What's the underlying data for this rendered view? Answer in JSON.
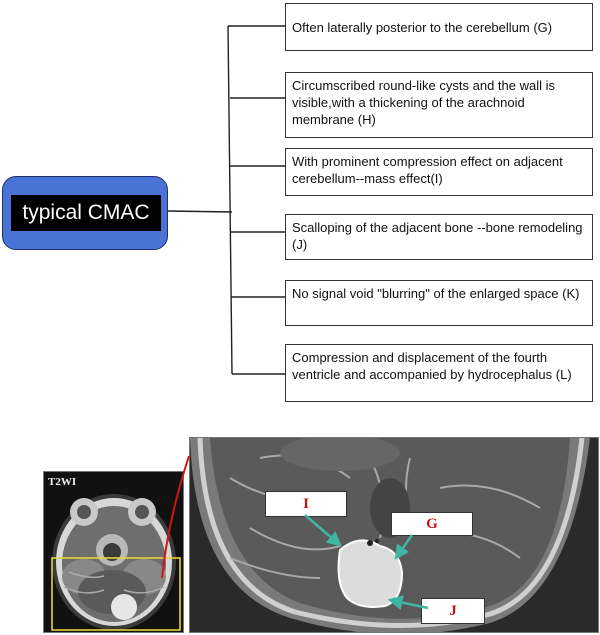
{
  "diagram": {
    "root_label": "typical CMAC",
    "features": [
      "Often laterally posterior to the cerebellum (G)",
      "Circumscribed round-like cysts and the wall is visible,with a thickening of the arachnoid membrane (H)",
      "With prominent compression effect on adjacent cerebellum--mass effect(I)",
      "Scalloping of the adjacent bone --bone remodeling (J)",
      "No signal void \"blurring\" of the enlarged space (K)",
      "Compression and displacement of the fourth ventricle and accompanied by hydrocephalus (L)"
    ]
  },
  "imaging": {
    "sequence_label": "T2WI",
    "markers": [
      "I",
      "G",
      "J"
    ],
    "colors": {
      "marker_text": "#cc1111",
      "roi_box": "#e6d23a",
      "callout_line": "#d01515",
      "arrows": "#3fb6a2"
    }
  }
}
